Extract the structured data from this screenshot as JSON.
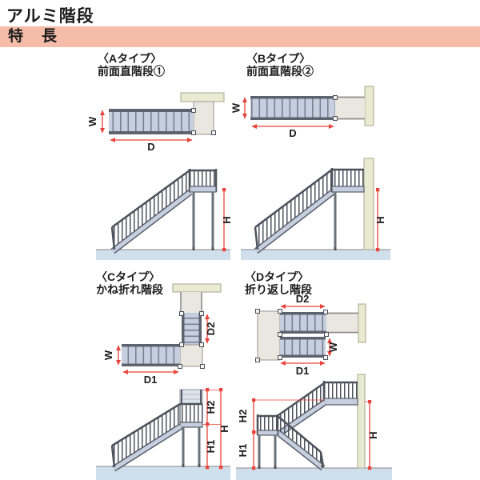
{
  "page": {
    "title": "アルミ階段",
    "banner_title": "特　長"
  },
  "sections": {
    "a": {
      "type_label": "〈Aタイプ〉",
      "name": "前面直階段①"
    },
    "b": {
      "type_label": "〈Bタイプ〉",
      "name": "前面直階段②"
    },
    "c": {
      "type_label": "〈Cタイプ〉",
      "name": "かね折れ階段"
    },
    "d": {
      "type_label": "〈Dタイプ〉",
      "name": "折り返し階段"
    }
  },
  "dims": {
    "w": "W",
    "d": "D",
    "h": "H",
    "d1": "D1",
    "d2": "D2",
    "h1": "H1",
    "h2": "H2"
  },
  "colors": {
    "banner_bg": "#f5bda9",
    "dimension_red": "#e8433c",
    "stair_tread": "#c6cfdf",
    "rail_dark": "#5d636e",
    "landing_gray": "#eae7e1",
    "wall_beige": "#e9ead2",
    "ground_blue": "#cfdfec",
    "text": "#1c1c1c"
  }
}
